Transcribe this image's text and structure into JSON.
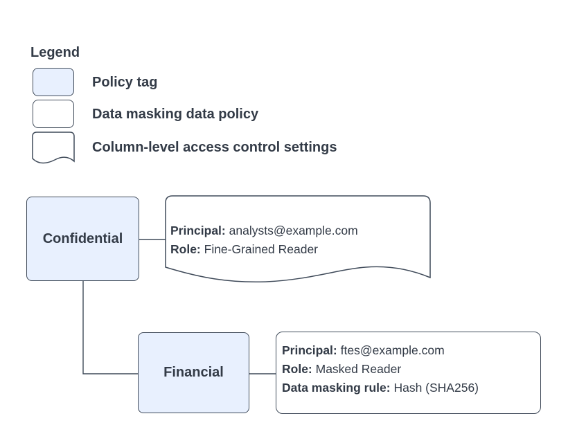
{
  "colors": {
    "node_fill": "#e8f0fe",
    "outline": "#3f4a59",
    "text": "#333b47",
    "background": "#ffffff"
  },
  "legend": {
    "title": "Legend",
    "items": [
      {
        "shape": "policy-tag-swatch",
        "label": "Policy tag"
      },
      {
        "shape": "data-masking-policy-swatch",
        "label": "Data masking data policy"
      },
      {
        "shape": "column-access-document-swatch",
        "label": "Column-level access control settings"
      }
    ]
  },
  "diagram": {
    "nodes": [
      {
        "id": "confidential",
        "type": "policy-tag",
        "label": "Confidential"
      },
      {
        "id": "financial",
        "type": "policy-tag",
        "label": "Financial"
      }
    ],
    "access_note": {
      "type": "column-level-access-control-settings",
      "lines": [
        {
          "label": "Principal:",
          "value": "analysts@example.com"
        },
        {
          "label": "Role:",
          "value": "Fine-Grained Reader"
        }
      ]
    },
    "masking_note": {
      "type": "data-masking-data-policy",
      "lines": [
        {
          "label": "Principal:",
          "value": "ftes@example.com"
        },
        {
          "label": "Role:",
          "value": "Masked Reader"
        },
        {
          "label": "Data masking rule:",
          "value": "Hash (SHA256)"
        }
      ]
    }
  }
}
